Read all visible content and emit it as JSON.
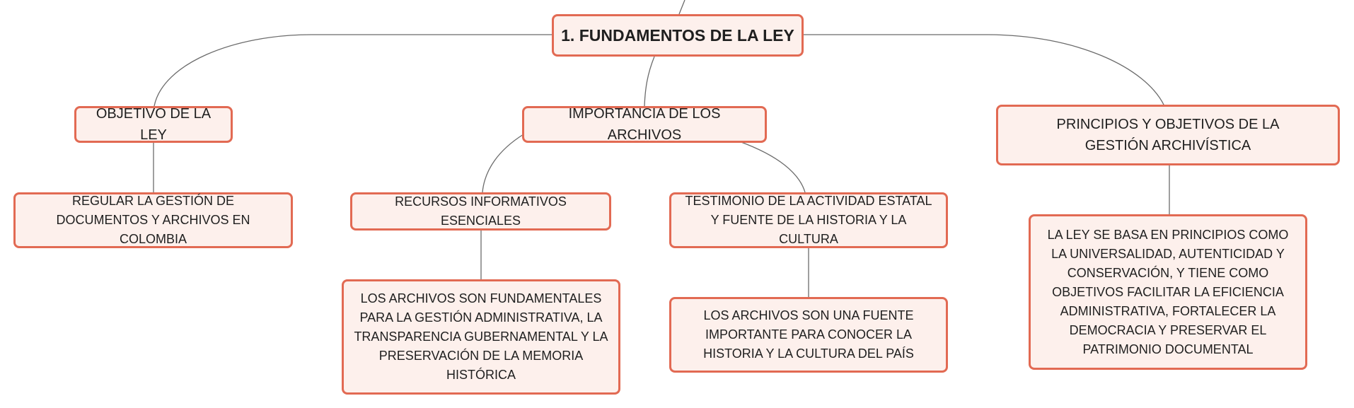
{
  "diagram": {
    "root": {
      "label": "1. FUNDAMENTOS DE LA LEY"
    },
    "branches": {
      "objetivo": {
        "label": "OBJETIVO DE LA LEY",
        "child": "REGULAR LA GESTIÓN DE DOCUMENTOS Y ARCHIVOS EN COLOMBIA"
      },
      "importancia": {
        "label": "IMPORTANCIA DE LOS ARCHIVOS",
        "children": {
          "recursos": {
            "label": "RECURSOS INFORMATIVOS ESENCIALES",
            "child": "LOS ARCHIVOS SON FUNDAMENTALES PARA LA GESTIÓN ADMINISTRATIVA, LA TRANSPARENCIA GUBERNAMENTAL Y LA PRESERVACIÓN DE LA MEMORIA HISTÓRICA"
          },
          "testimonio": {
            "label": "TESTIMONIO DE LA ACTIVIDAD ESTATAL Y FUENTE DE LA HISTORIA Y LA CULTURA",
            "child": "LOS ARCHIVOS SON UNA FUENTE IMPORTANTE PARA CONOCER LA HISTORIA Y LA CULTURA DEL PAÍS"
          }
        }
      },
      "principios": {
        "label": "PRINCIPIOS Y OBJETIVOS DE LA GESTIÓN ARCHIVÍSTICA",
        "child": "LA LEY SE BASA EN PRINCIPIOS COMO LA UNIVERSALIDAD, AUTENTICIDAD Y CONSERVACIÓN, Y TIENE COMO OBJETIVOS FACILITAR LA EFICIENCIA ADMINISTRATIVA, FORTALECER LA DEMOCRACIA Y PRESERVAR EL PATRIMONIO DOCUMENTAL"
      }
    }
  }
}
